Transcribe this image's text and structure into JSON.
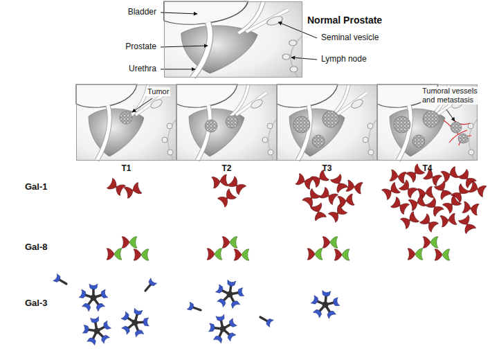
{
  "diagram": {
    "nodes": [
      {
        "text": [
          "Normal Prostate"
        ]
      },
      {
        "text": [
          "T1"
        ]
      },
      {
        "text": [
          "T2"
        ]
      },
      {
        "text": [
          "T3"
        ]
      },
      {
        "text": [
          "T4"
        ]
      }
    ],
    "labels": [
      "Bladder",
      "Prostate",
      "Urethra",
      "Seminal vesicle",
      "Lymph node",
      "Tumor",
      "Tumoral vessels and metastasis",
      "Gal-1",
      "Gal-8",
      "Gal-3"
    ]
  }
}
